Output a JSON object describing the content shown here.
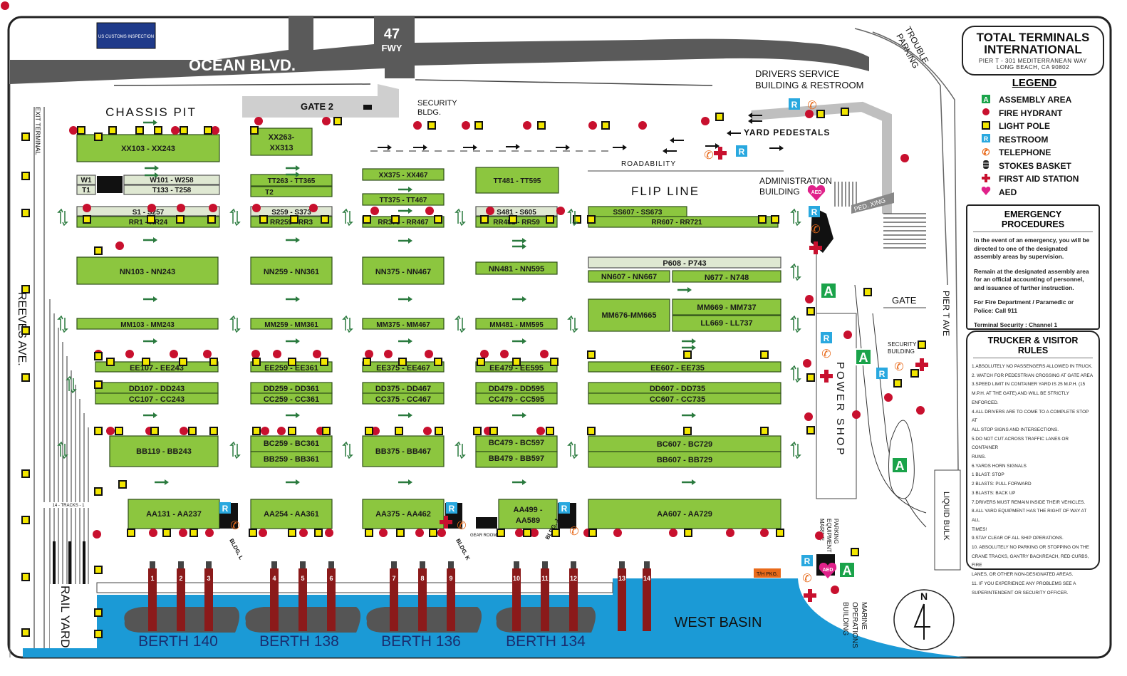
{
  "title": {
    "line1": "TOTAL TERMINALS",
    "line2": "INTERNATIONAL",
    "address1": "PIER T - 301 MEDITERRANEAN WAY",
    "address2": "LONG BEACH, CA  90802"
  },
  "legend": {
    "title": "LEGEND",
    "items": [
      {
        "icon": "assembly-area-icon",
        "label": "ASSEMBLY AREA"
      },
      {
        "icon": "fire-hydrant-icon",
        "label": "FIRE HYDRANT"
      },
      {
        "icon": "light-pole-icon",
        "label": "LIGHT POLE"
      },
      {
        "icon": "restroom-icon",
        "label": "RESTROOM"
      },
      {
        "icon": "telephone-icon",
        "label": "TELEPHONE"
      },
      {
        "icon": "stokes-basket-icon",
        "label": "STOKES BASKET"
      },
      {
        "icon": "first-aid-icon",
        "label": "FIRST AID STATION"
      },
      {
        "icon": "aed-icon",
        "label": "AED"
      }
    ]
  },
  "emergency": {
    "title": "EMERGENCY PROCEDURES",
    "p1": "In the event of an emergency, you will be directed to one of the designated assembly areas by supervision.",
    "p2": "Remain at the designated assembly area for an official accounting of personnel, and issuance of further instruction.",
    "p3": "For Fire Department / Paramedic or Police:  Call 911",
    "p4": "Terminal Security : Channel 1"
  },
  "rules": {
    "title": "TRUCKER & VISITOR RULES",
    "items": [
      "1.ABSOLUTELY NO PASSENGERS ALLOWED IN TRUCK.",
      "2.   WATCH FOR PEDESTRIAN CROSSING AT GATE AREA",
      "3.SPEED LIMIT IN CONTAINER YARD IS 25 M.P.H. (15",
      "     M.P.H. AT THE GATE) AND WILL BE STRICTLY ENFORCED.",
      "4.ALL DRIVERS ARE TO COME TO A COMPLETE STOP AT",
      "   ALL STOP SIGNS AND INTERSECTIONS.",
      "5.DO NOT CUT ACROSS TRAFFIC LANES OR CONTAINER",
      "   RUNS.",
      "6.YARDS HORN SIGNALS",
      "        1 BLAST:   STOP",
      "        2 BLASTS:       PULL FORWARD",
      "        3 BLASTS:       BACK UP",
      "7.DRIVERS MUST REMAIN INSIDE THEIR VEHICLES.",
      "8.ALL YARD EQUIPMENT HAS THE RIGHT OF WAY AT ALL",
      "   TIMES!",
      "9.STAY CLEAR OF ALL SHIP OPERATIONS.",
      "10. ABSOLUTELY NO PARKING OR STOPPING ON THE",
      "     CRANE TRACKS, GANTRY BACKREACH, RED CURBS, FIRE",
      "     LANES, OR OTHER NON-DESIGNATED AREAS.",
      "11. IF YOU EXPERIENCE ANY PROBLEMS SEE A",
      "     SUPERINTENDENT OR SECURITY OFFICER."
    ]
  },
  "map": {
    "road_ocean": "OCEAN BLVD.",
    "fwy_num": "47",
    "fwy_lbl": "FWY",
    "customs": "US CUSTOMS INSPECTION",
    "gate2": "GATE 2",
    "security_bldg": "SECURITY BLDG.",
    "chassis_pit": "CHASSIS PIT",
    "exit_terminal": "EXIT TERMINAL",
    "drivers_service": "DRIVERS SERVICE BUILDING & RESTROOM",
    "trouble_parking": "TROUBLE PARKING",
    "yard_pedestals": "YARD PEDESTALS",
    "roadability": "ROADABILITY",
    "flip_line": "FLIP LINE",
    "admin_bldg": "ADMINISTRATION BUILDING",
    "ped_xing": "PED. XING",
    "gate": "GATE",
    "security_building": "SECURITY BUILDING",
    "pier_t_ave": "PIER T AVE",
    "reeves_ave": "REEVES AVE.",
    "power_shop": "POWER SHOP",
    "liquid_bulk": "LIQUID BULK",
    "marine_parking": "MARINE EQUIPMENT PARKING",
    "marine_ops": "MARINE OPERATIONS BUILDING",
    "rail_yard": "RAIL YARD",
    "tracks": "14 - TRACKS - 1",
    "west_basin": "WEST BASIN",
    "th_pkg": "T/H PKG.",
    "gear_room": "GEAR ROOM",
    "bldg_l": "BLDG. L",
    "bldg_k": "BLDG. K",
    "bldg_j": "BLDG. J",
    "north": "N",
    "berths": [
      "BERTH 140",
      "BERTH 138",
      "BERTH 136",
      "BERTH 134"
    ],
    "crane_numbers": [
      "1",
      "2",
      "3",
      "4",
      "5",
      "6",
      "7",
      "8",
      "9",
      "10",
      "11",
      "12",
      "13",
      "14"
    ],
    "blocks": {
      "xx103": "XX103 - XX243",
      "xx263a": "XX263-",
      "xx263b": "XX313",
      "w1": "W1",
      "t1": "T1",
      "w101": "W101 - W258",
      "t133": "T133 - T258",
      "tt263": "TT263 - TT365",
      "t2": "T2",
      "xx375": "XX375 - XX467",
      "tt375": "TT375 - TT467",
      "tt481": "TT481 - TT595",
      "s1": "S1 - S257",
      "rr1": "RR1 - RR24",
      "s259": "S259 - S373",
      "rr259": "RR259 - RR3",
      "rr375": "RR375 - RR467",
      "s481": "S481 - S605",
      "rr481": "RR481 - RR59",
      "ss607": "SS607 - SS673",
      "rr607": "RR607 - RR721",
      "nn103": "NN103 - NN243",
      "nn259": "NN259 - NN361",
      "nn375": "NN375 - NN467",
      "nn481": "NN481 - NN595",
      "p608": "P608 - P743",
      "nn607": "NN607 - NN667",
      "n677": "N677 - N748",
      "mm103": "MM103 - MM243",
      "mm259": "MM259 - MM361",
      "mm375": "MM375 - MM467",
      "mm481": "MM481 - MM595",
      "mm676": "MM676-MM665",
      "mm669": "MM669 - MM737",
      "ll669": "LL669 - LL737",
      "ee107": "EE107 - EE243",
      "ee259": "EE259 - EE361",
      "ee375": "EE375 - EE467",
      "ee479": "EE479 - EE595",
      "ee607": "EE607 - EE735",
      "dd107": "DD107 - DD243",
      "cc107": "CC107 - CC243",
      "dd259": "DD259 - DD361",
      "cc259": "CC259 - CC361",
      "dd375": "DD375 - DD467",
      "cc375": "CC375 - CC467",
      "dd479": "DD479 - DD595",
      "cc479": "CC479 - CC595",
      "dd607": "DD607 - DD735",
      "cc607": "CC607 - CC735",
      "bb119": "BB119 - BB243",
      "bc259": "BC259 - BC361",
      "bb259": "BB259 - BB361",
      "bb375": "BB375 - BB467",
      "bc479": "BC479 - BC597",
      "bb479": "BB479 - BB597",
      "bc607": "BC607 - BC729",
      "bb607": "BB607 - BB729",
      "aa131": "AA131 - AA237",
      "aa254": "AA254 - AA361",
      "aa375": "AA375 - AA462",
      "aa499a": "AA499 -",
      "aa499b": "AA589",
      "aa607": "AA607 - AA729"
    }
  },
  "colors": {
    "yard_green": "#8cc63f",
    "water": "#1b9ad6",
    "road": "#5a5a5a",
    "hydrant": "#c8102e",
    "light_pole": "#f2e600",
    "restroom": "#29a8df",
    "assembly": "#1aa34a",
    "crane": "#8b1a1a"
  }
}
